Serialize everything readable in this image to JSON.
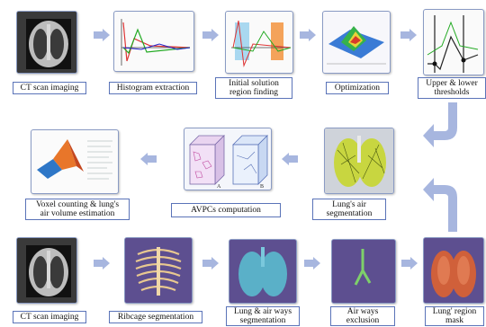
{
  "row1": {
    "ct_label": "CT scan  imaging",
    "histogram_label": "Histogram extraction",
    "initial_label": "Initial solution\nregion finding",
    "optimization_label": "Optimization",
    "thresholds_label": "Upper & lower\nthresholds"
  },
  "row2": {
    "voxel_label": "Voxel counting & lung's\nair volume estimation",
    "avpc_label": "AVPCs computation",
    "air_seg_label": "Lung's air\nsegmentation",
    "cube_a": "A",
    "cube_b": "B"
  },
  "row3": {
    "ct_label": "CT scan  imaging",
    "ribcage_label": "Ribcage segmentation",
    "lung_airways_label": "Lung & air ways\nsegmentation",
    "airways_excl_label": "Air ways\nexclusion",
    "lung_region_label": "Lung' region\nmask"
  },
  "colors": {
    "arrow": "#a7b6df",
    "label_border": "#5a73b8",
    "thumb_border": "#8a9bc4"
  }
}
